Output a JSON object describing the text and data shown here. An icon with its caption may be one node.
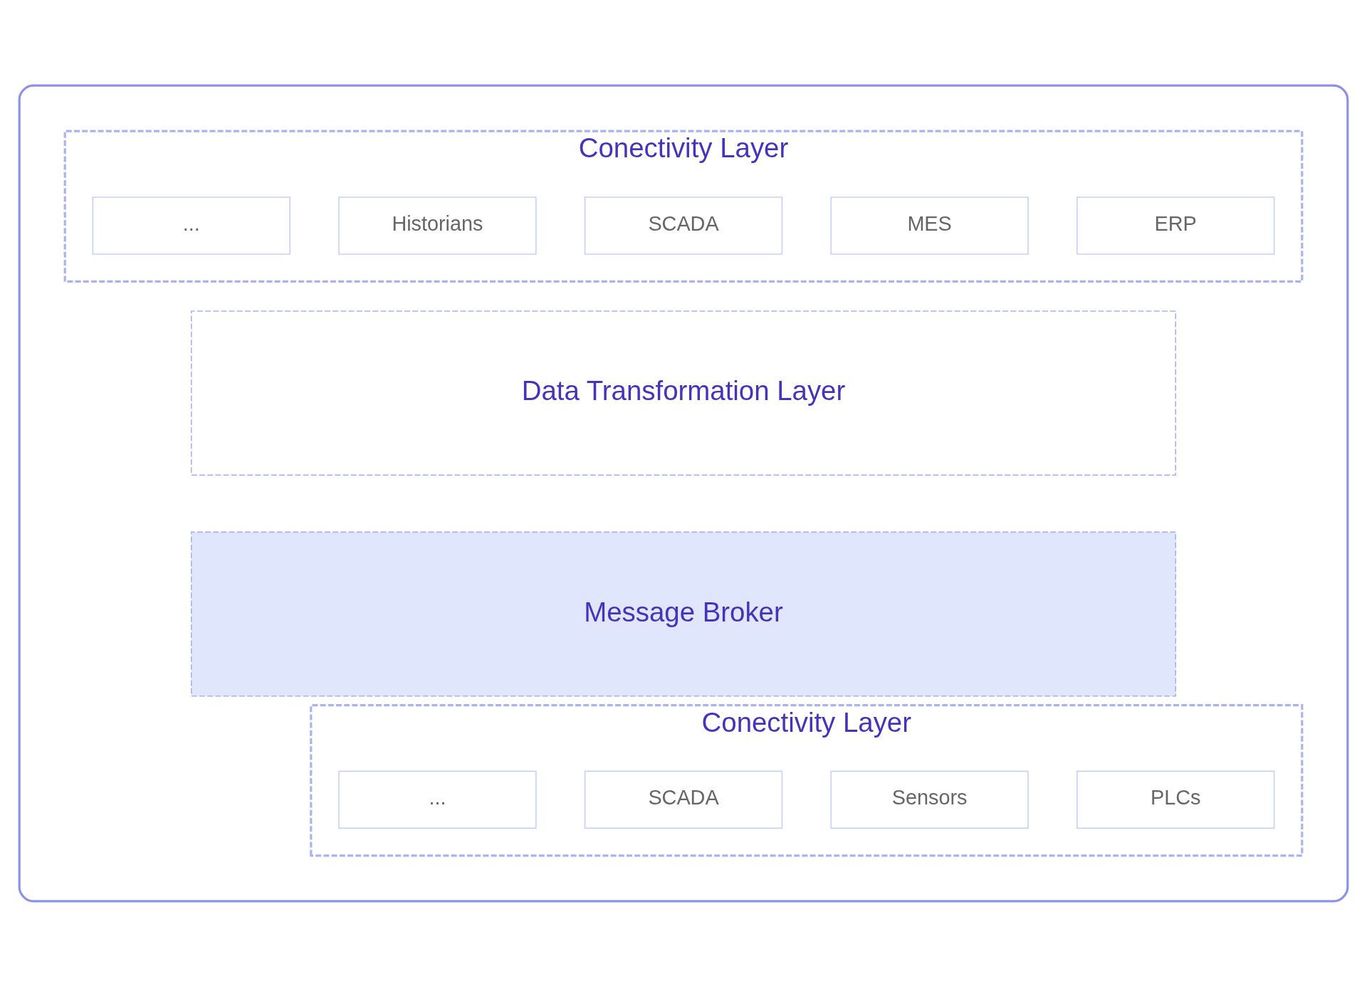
{
  "diagram": {
    "nodes": [
      {
        "text": [],
        "shape": "box"
      },
      {
        "text": [
          "Conectivity Layer"
        ],
        "in": 0
      },
      {
        "text": [
          "ERP"
        ],
        "in": 1
      },
      {
        "text": [
          "MES"
        ],
        "in": 1
      },
      {
        "text": [
          "SCADA"
        ],
        "in": 1
      },
      {
        "text": [
          "Historians"
        ],
        "in": 1
      },
      {
        "text": [
          "..."
        ],
        "in": 1
      },
      {
        "text": [
          "Data Transformation Layer"
        ],
        "in": 0
      },
      {
        "text": [
          "Message Broker"
        ],
        "in": 0
      },
      {
        "text": [
          "Conectivity Layer"
        ],
        "in": 0
      },
      {
        "text": [
          "PLCs"
        ],
        "in": 9
      },
      {
        "text": [
          "Sensors"
        ],
        "in": 9
      },
      {
        "text": [
          "SCADA"
        ],
        "in": 9
      },
      {
        "text": [
          "..."
        ],
        "in": 9
      }
    ],
    "edges": []
  }
}
